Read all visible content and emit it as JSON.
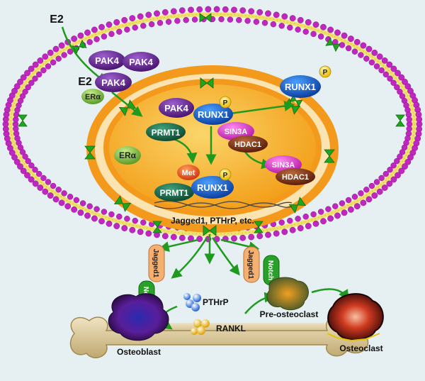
{
  "labels": {
    "e2_outside": "E2",
    "e2_bound": "E2",
    "er_alpha_membrane": "ERα",
    "er_alpha_nucleus": "ERα",
    "pak4_1": "PAK4",
    "pak4_2": "PAK4",
    "pak4_3": "PAK4",
    "pak4_nucleus": "PAK4",
    "runx1_nucleus": "RUNX1",
    "runx1_cytoplasm": "RUNX1",
    "runx1_methylated": "RUNX1",
    "phospho_1": "P",
    "phospho_2": "P",
    "phospho_3": "P",
    "prmt1_top": "PRMT1",
    "prmt1_bottom": "PRMT1",
    "met": "Met",
    "sin3a_1": "SIN3A",
    "sin3a_2": "SIN3A",
    "hdac1_1": "HDAC1",
    "hdac1_2": "HDAC1",
    "target_genes": "Jagged1, PTHrP, etc.",
    "jagged1_left": "Jagged1",
    "notch_left": "Notch",
    "jagged1_right": "Jagged1",
    "notch_right": "Notch",
    "pthrp": "PTHrP",
    "rankl": "RANKL",
    "pre_osteoclast": "Pre-osteoclast",
    "osteoblast": "Osteoblast",
    "osteoclast": "Osteoclast"
  },
  "colors": {
    "background": "#e6f0f3",
    "membrane_head": "#c026c0",
    "nucleus_ring": "#f39a1c",
    "nucleoplasm": "#f4a81e",
    "arrow": "#1f9a1f",
    "pak4": "#6a2a9a",
    "runx1": "#1a5fd0",
    "prmt1": "#1e6e4e",
    "sin3a": "#e03ad0",
    "hdac1": "#7a3012",
    "met": "#ee5020",
    "er_alpha": "#8cc84a",
    "bone": "#d8c59a"
  },
  "icons": [
    "phosphate-icon",
    "membrane-receptor-icon",
    "dna-strand-icon",
    "bone-icon"
  ]
}
